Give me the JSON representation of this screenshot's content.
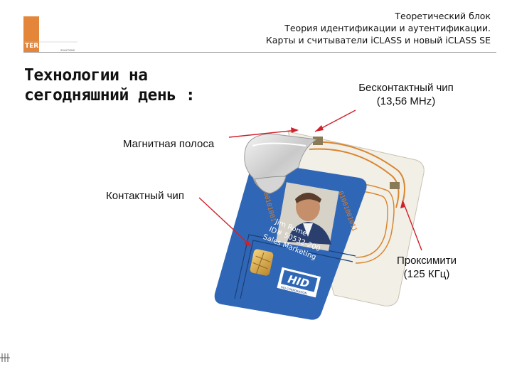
{
  "logo": {
    "text": "TERRALINK",
    "sub": "SOLUTIONS"
  },
  "header": {
    "line1": "Теоретический блок",
    "line2": "Теория идентификации и аутентификации.",
    "line3": "Карты и считыватели iCLASS и новый iCLASS SE"
  },
  "title": {
    "line1": "Технологии на",
    "line2": "сегодняшний день :"
  },
  "labels": {
    "contactless_line1": "Бесконтактный чип",
    "contactless_line2": "(13,56 MHz)",
    "magnetic": "Магнитная полоса",
    "contact": "Контактный чип",
    "proximity_line1": "Проксимити",
    "proximity_line2": "(125 КГц)"
  },
  "card": {
    "name_line1": "Jim Rome",
    "name_line2": "ID# 50532-200",
    "name_line3": "Sales Marketing",
    "brand": "HID",
    "brand_sub": "HID CORPORATION"
  },
  "colors": {
    "card_blue": "#2f67b6",
    "accent_orange": "#e8742a",
    "arrow_red": "#d0202a"
  }
}
